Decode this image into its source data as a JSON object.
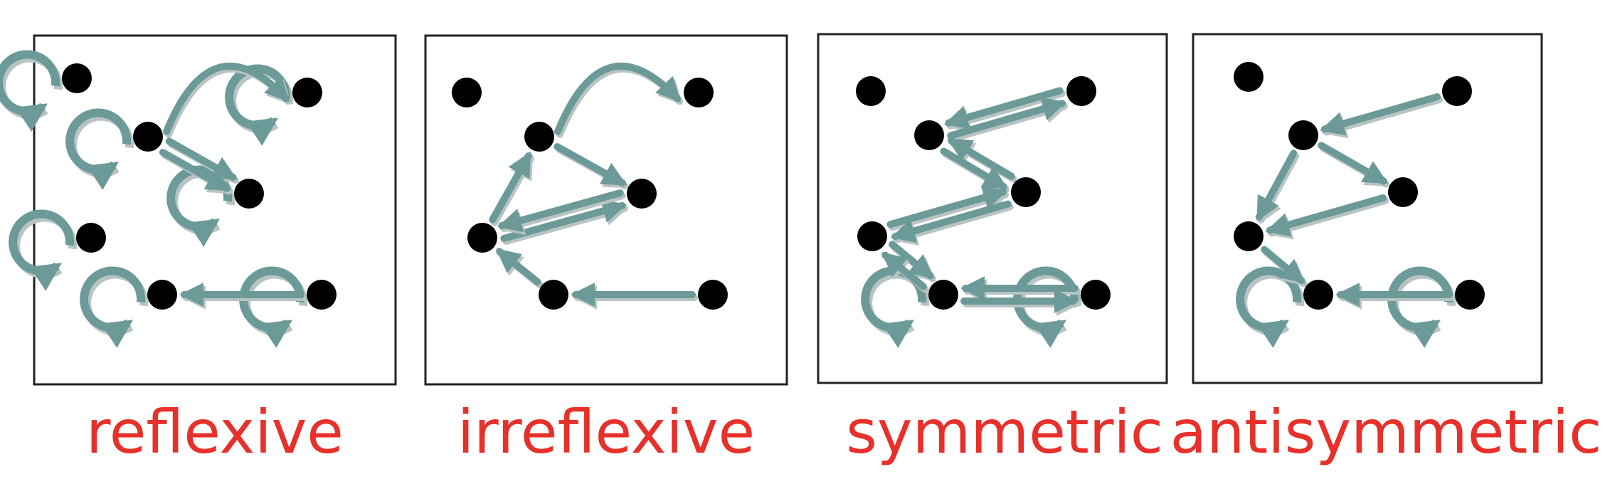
{
  "colors": {
    "arrow": "#6b9a98",
    "arrow_shadow": "#b8c3c3",
    "node": "#000000",
    "frame": "#222222",
    "caption": "#e8302a",
    "background": "#ffffff"
  },
  "panels": [
    {
      "label": "reflexive",
      "nodes": [
        "a",
        "b",
        "c",
        "d",
        "e",
        "f",
        "g",
        "h"
      ],
      "edges": [
        {
          "from": "b",
          "to": "c",
          "shape": "curved"
        },
        {
          "from": "b",
          "to": "d"
        },
        {
          "from": "b",
          "to": "d"
        },
        {
          "from": "h",
          "to": "g"
        }
      ],
      "loops": [
        "a",
        "b",
        "c",
        "d",
        "e",
        "g",
        "h"
      ]
    },
    {
      "label": "irreflexive",
      "nodes": [
        "a",
        "b",
        "c",
        "d",
        "e",
        "f",
        "g",
        "h"
      ],
      "edges": [
        {
          "from": "b",
          "to": "c",
          "shape": "curved"
        },
        {
          "from": "f",
          "to": "b"
        },
        {
          "from": "b",
          "to": "d"
        },
        {
          "from": "f",
          "to": "d"
        },
        {
          "from": "d",
          "to": "f"
        },
        {
          "from": "g",
          "to": "f"
        },
        {
          "from": "h",
          "to": "g"
        }
      ],
      "loops": []
    },
    {
      "label": "symmetric",
      "nodes": [
        "a",
        "b",
        "c",
        "d",
        "e",
        "f",
        "g"
      ],
      "edges": [
        {
          "from": "c",
          "to": "b"
        },
        {
          "from": "b",
          "to": "c"
        },
        {
          "from": "e",
          "to": "b"
        },
        {
          "from": "b",
          "to": "e"
        },
        {
          "from": "d",
          "to": "e"
        },
        {
          "from": "e",
          "to": "d"
        },
        {
          "from": "d",
          "to": "f"
        },
        {
          "from": "f",
          "to": "d"
        },
        {
          "from": "g",
          "to": "f"
        },
        {
          "from": "f",
          "to": "g"
        }
      ],
      "loops": [
        "f",
        "g"
      ]
    },
    {
      "label": "antisymmetric",
      "nodes": [
        "a",
        "b",
        "c",
        "d",
        "e",
        "f",
        "g"
      ],
      "edges": [
        {
          "from": "c",
          "to": "b"
        },
        {
          "from": "b",
          "to": "e"
        },
        {
          "from": "b",
          "to": "d"
        },
        {
          "from": "e",
          "to": "d"
        },
        {
          "from": "d",
          "to": "f"
        },
        {
          "from": "g",
          "to": "f"
        }
      ],
      "loops": [
        "f",
        "g"
      ]
    }
  ]
}
